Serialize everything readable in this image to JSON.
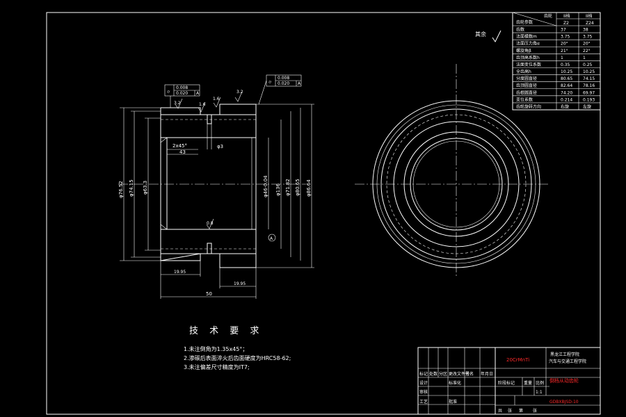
{
  "roughness_top_right": "其余",
  "param_table": {
    "headers": [
      "齿轮",
      "II档",
      "II档"
    ],
    "header_sub": [
      "齿轮参数",
      "Z2",
      "Z24"
    ],
    "rows": [
      {
        "label": "齿数",
        "a": "37",
        "b": "38"
      },
      {
        "label": "法面模数m",
        "a": "3.75",
        "b": "3.75"
      },
      {
        "label": "法面压力角α",
        "a": "20°",
        "b": "20°"
      },
      {
        "label": "螺旋角β",
        "a": "21°",
        "b": "22°"
      },
      {
        "label": "齿顶高系数h",
        "a": "1",
        "b": "1"
      },
      {
        "label": "法面变位系数",
        "a": "0.35",
        "b": "0.25"
      },
      {
        "label": "全齿高h",
        "a": "10.25",
        "b": "10.25"
      },
      {
        "label": "分度圆直径",
        "a": "80.65",
        "b": "74.15"
      },
      {
        "label": "齿顶圆直径",
        "a": "82.64",
        "b": "78.16"
      },
      {
        "label": "齿根圆直径",
        "a": "74.20",
        "b": "69.97"
      },
      {
        "label": "变位系数",
        "a": "0.214",
        "b": "0.193"
      },
      {
        "label": "齿轮旋转方向",
        "a": "右旋",
        "b": "左旋"
      }
    ]
  },
  "tolerance_frames": [
    {
      "t1": "0.008",
      "t2": "0.020",
      "datum": "A"
    },
    {
      "t1": "0.008",
      "t2": "0.020",
      "datum": "A"
    }
  ],
  "roughness_labels": [
    "3.2",
    "1.6",
    "1.6",
    "3.2",
    "0.8"
  ],
  "dims": {
    "chamfer": "2x45°",
    "d43": "43",
    "d3": "φ3",
    "d76": "φ76.52",
    "d74": "φ74.15",
    "d63": "φ63.3",
    "bore": "φ46-0.04",
    "d126": "φ136",
    "d71": "φ71.82",
    "d80": "φ80.65",
    "d86": "φ86.64",
    "w19a": "19.95",
    "w19b": "19.95",
    "w50": "50",
    "datum_a": "A"
  },
  "tech_req": {
    "title": "技 术 要 求",
    "items": [
      "1.未注倒角为1.35x45°；",
      "2.渗碳后表面淬火后齿面硬度为HRC58-62;",
      "3.未注偏差尺寸精度为IT7;"
    ]
  },
  "title_block": {
    "material": "20CrMnTi",
    "school": "黑龙江工程学院",
    "school2": "汽车与交通工程学院",
    "part_name": "倒档从动齿轮",
    "drawing_no": "GDBXBJSD-10",
    "r1": [
      "标记",
      "处数",
      "分区",
      "更改文件号",
      "签名",
      "年月日"
    ],
    "r2": [
      "设计",
      "",
      "标准化"
    ],
    "r2b": [
      "阶段标记",
      "重量",
      "比例"
    ],
    "scale": "1:1",
    "r3": [
      "审核"
    ],
    "r4": [
      "工艺",
      "",
      "批准"
    ],
    "sheet": [
      "共",
      "张",
      "第",
      "张"
    ]
  }
}
